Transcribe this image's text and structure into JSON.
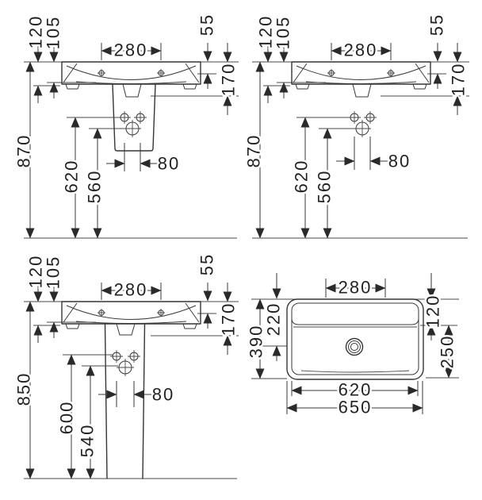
{
  "colors": {
    "ink": "#353535",
    "background": "#ffffff"
  },
  "views": {
    "tl": {
      "d120": "120",
      "d105": "105",
      "d280": "280",
      "d55": "55",
      "d170": "170",
      "d870": "870",
      "d620": "620",
      "d560": "560",
      "d80": "80"
    },
    "tr": {
      "d120": "120",
      "d105": "105",
      "d280": "280",
      "d55": "55",
      "d170": "170",
      "d870": "870",
      "d620": "620",
      "d560": "560",
      "d80": "80"
    },
    "bl": {
      "d120": "120",
      "d105": "105",
      "d280": "280",
      "d55": "55",
      "d170": "170",
      "d850": "850",
      "d600": "600",
      "d540": "540",
      "d80": "80"
    },
    "br": {
      "d280": "280",
      "d120": "120",
      "d390": "390",
      "d220": "220",
      "d250": "250",
      "d620": "620",
      "d650": "650"
    }
  }
}
